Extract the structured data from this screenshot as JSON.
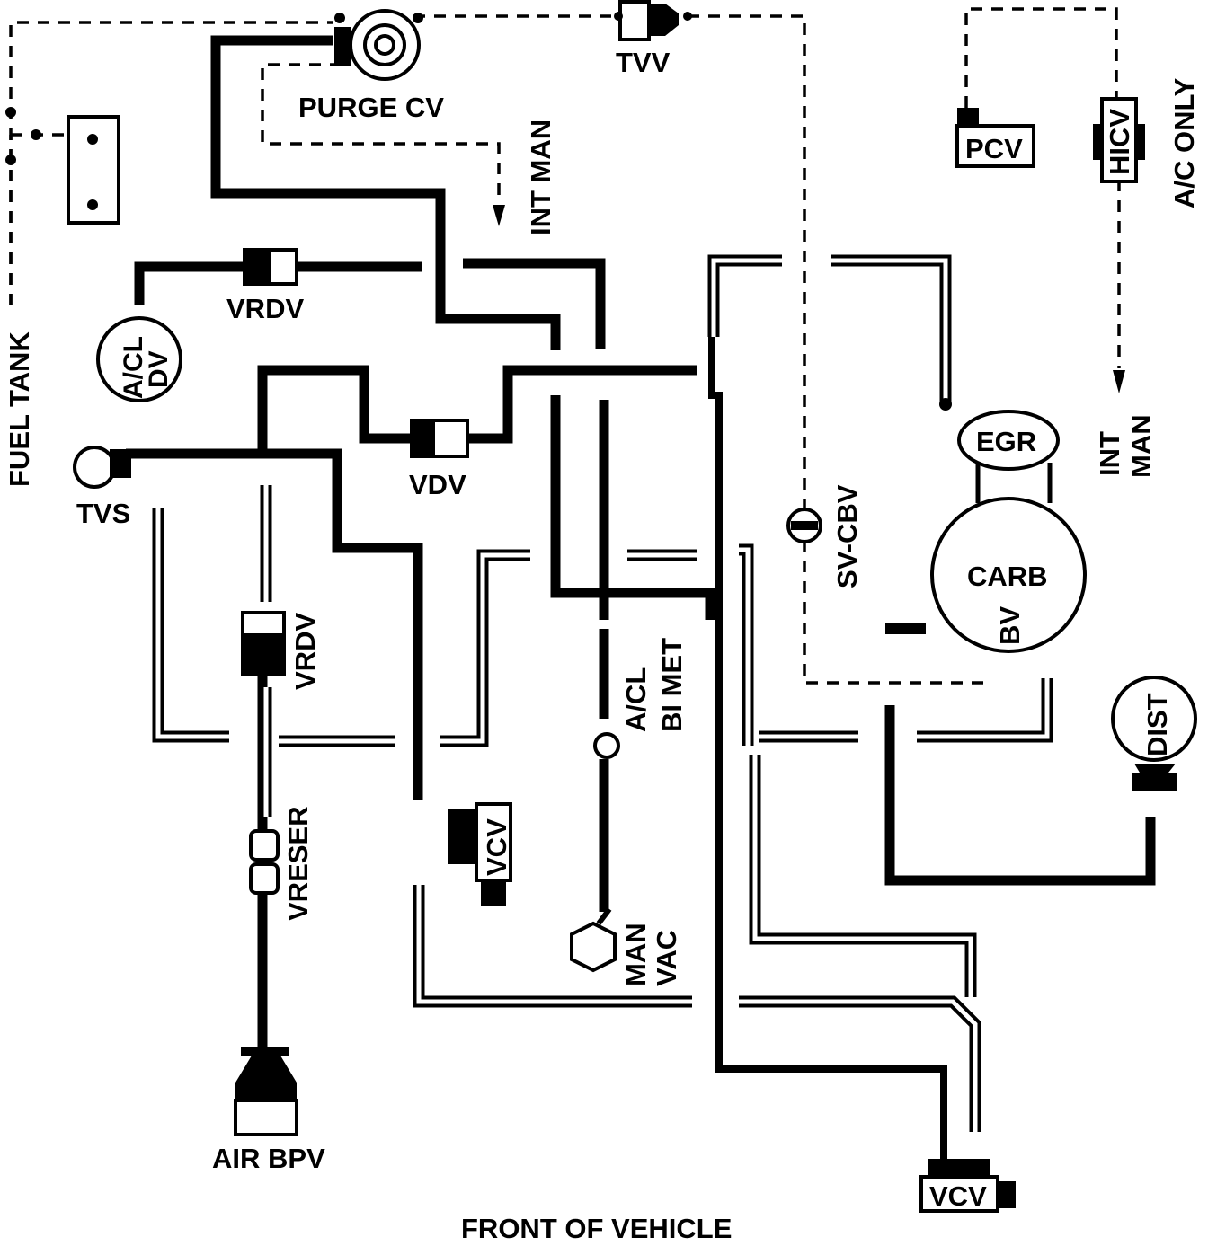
{
  "diagram": {
    "title": "FRONT OF VEHICLE",
    "labels": {
      "purge_cv": "PURGE CV",
      "tvv": "TVV",
      "int_man_top": "INT MAN",
      "pcv": "PCV",
      "hicv": "HICV",
      "ac_only": "A/C ONLY",
      "fuel_tank": "FUEL TANK",
      "vrdv_top": "VRDV",
      "acl_dv_1": "A/CL",
      "acl_dv_2": "DV",
      "vdv": "VDV",
      "tvs": "TVS",
      "vrdv_left": "VRDV",
      "vreser": "VRESER",
      "air_bpv": "AIR BPV",
      "vcv_mid": "VCV",
      "acl_bimet_1": "A/CL",
      "acl_bimet_2": "BI MET",
      "man_vac_1": "MAN",
      "man_vac_2": "VAC",
      "sv_cbv": "SV-CBV",
      "egr": "EGR",
      "carb": "CARB",
      "bv": "BV",
      "int_man_right_1": "INT",
      "int_man_right_2": "MAN",
      "dist": "DIST",
      "vcv_bottom": "VCV"
    }
  }
}
